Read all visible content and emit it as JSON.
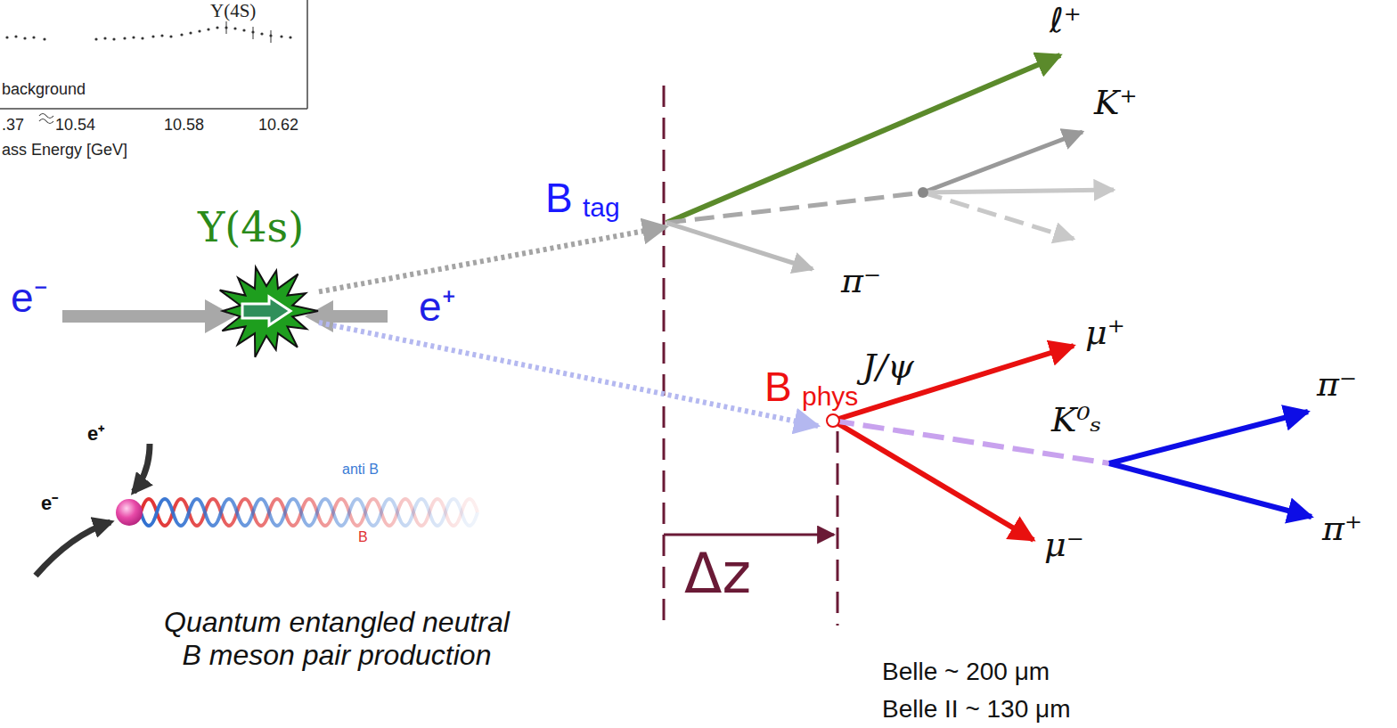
{
  "diagram": {
    "nodes": [
      {
        "text": [
          "Υ(4s)"
        ]
      },
      {
        "text": [
          "B",
          "tag"
        ]
      },
      {
        "text": [
          "B",
          "phys"
        ]
      }
    ],
    "edges": [
      {
        "from": 0,
        "to": 1,
        "arrow": "to"
      },
      {
        "from": 0,
        "to": 2,
        "arrow": "to"
      }
    ],
    "labels": [
      "Υ(4S)",
      "background",
      ".37",
      "10.54",
      "10.58",
      "10.62",
      "ass Energy [GeV]",
      "e⁻",
      "e⁺",
      "ℓ⁺",
      "K⁺",
      "π⁻",
      "J/ψ",
      "μ⁺",
      "K⁰ₛ",
      "π⁻",
      "μ⁻",
      "π⁺",
      "Δz",
      "Belle ~ 200 μm",
      "Belle II ~ 130 μm",
      "e⁺",
      "e⁻",
      "anti B",
      "B",
      "Quantum entangled neutral B meson pair production"
    ]
  }
}
